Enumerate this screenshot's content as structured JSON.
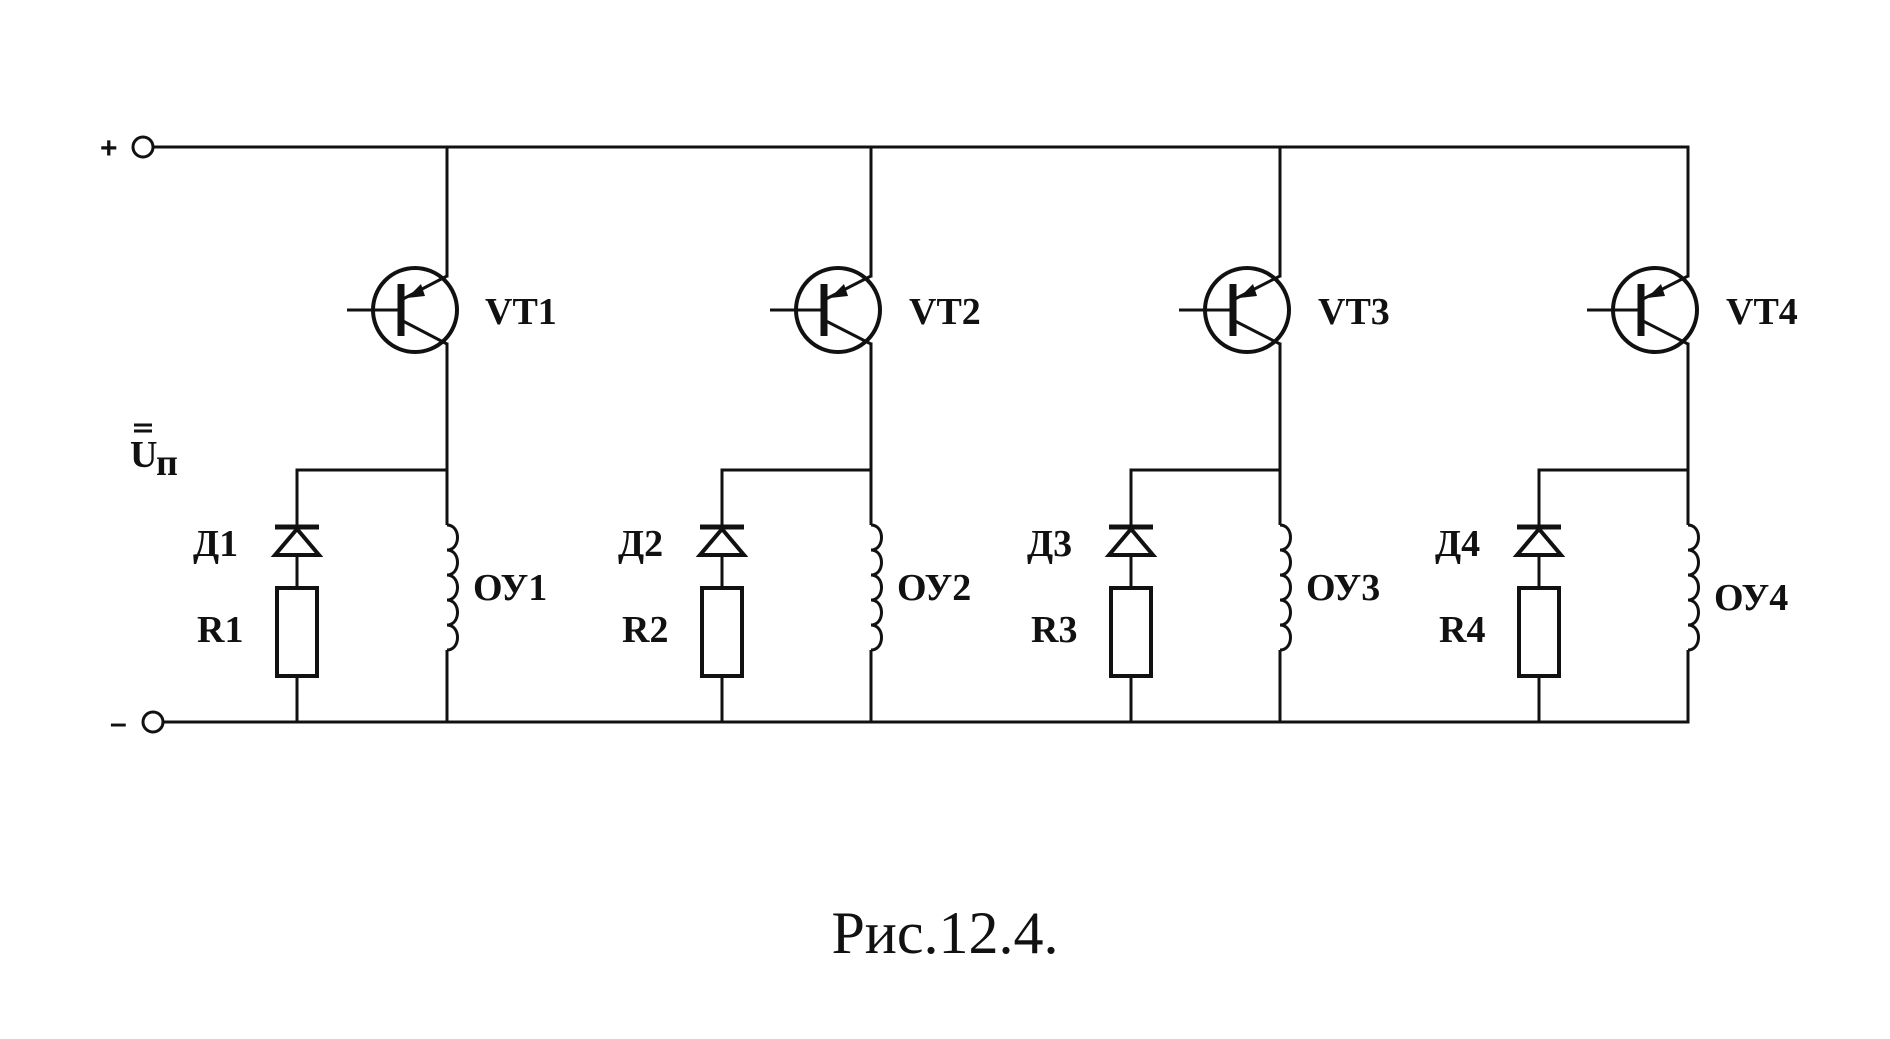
{
  "supply": {
    "plus_sign": "+",
    "minus_sign": "–",
    "voltage_main": "U",
    "voltage_sub": "п"
  },
  "stages": [
    {
      "transistor": "VT1",
      "diode": "Д1",
      "resistor": "R1",
      "winding": "ОУ1"
    },
    {
      "transistor": "VT2",
      "diode": "Д2",
      "resistor": "R2",
      "winding": "ОУ2"
    },
    {
      "transistor": "VT3",
      "diode": "Д3",
      "resistor": "R3",
      "winding": "ОУ3"
    },
    {
      "transistor": "VT4",
      "diode": "Д4",
      "resistor": "R4",
      "winding": "ОУ4"
    }
  ],
  "caption": "Рис.12.4."
}
